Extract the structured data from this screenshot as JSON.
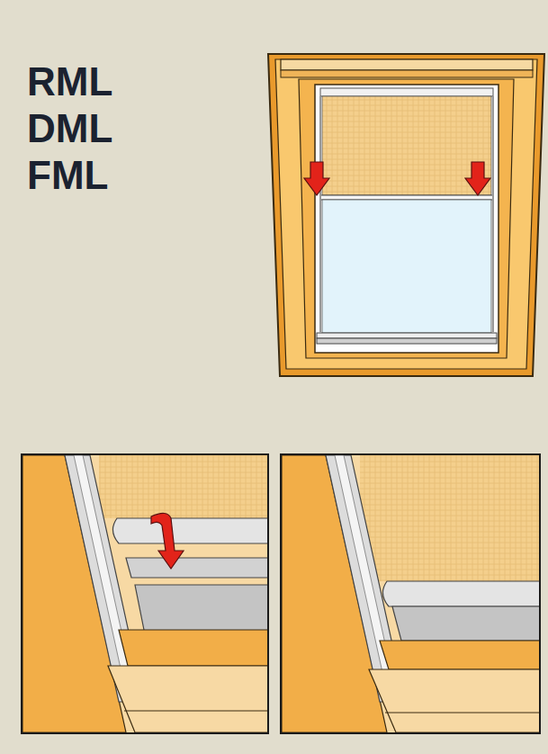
{
  "diagram": {
    "labels": [
      "RML",
      "DML",
      "FML"
    ]
  }
}
